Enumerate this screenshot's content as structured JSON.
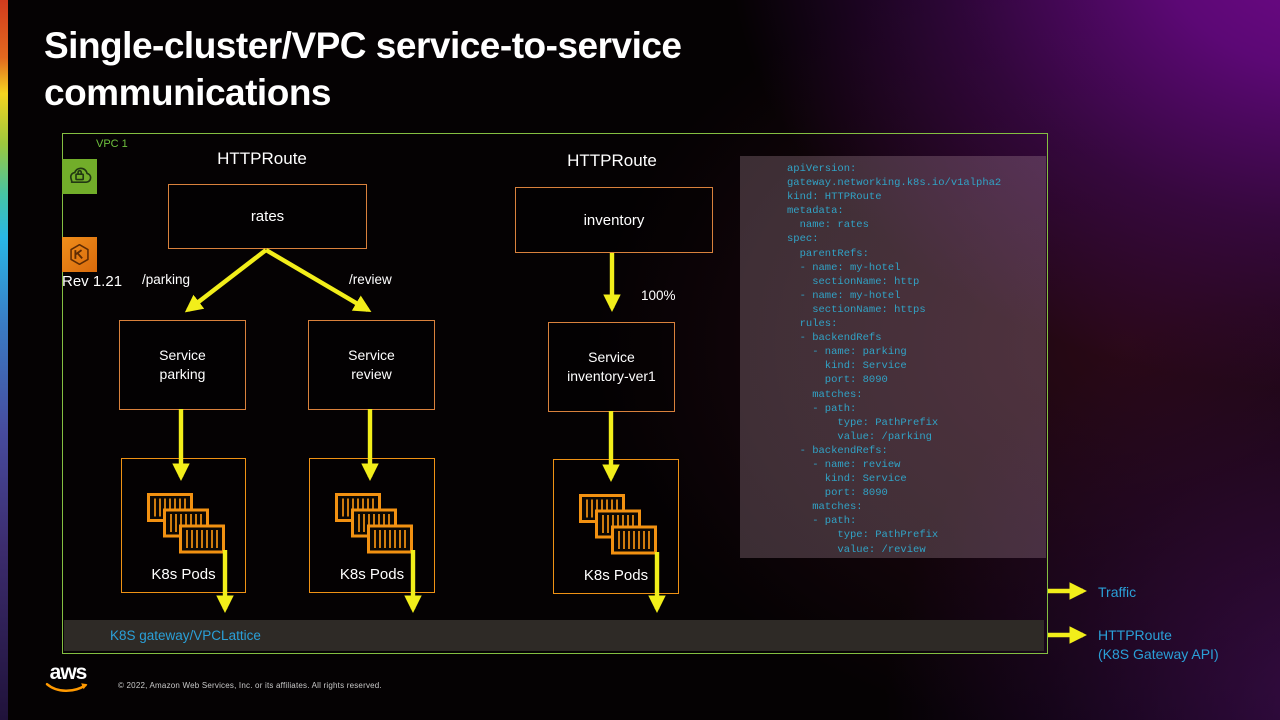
{
  "slide": {
    "title_line1": "Single-cluster/VPC service-to-service",
    "title_line2": "communications",
    "aws_logo": "aws",
    "copyright": "© 2022, Amazon Web Services, Inc. or its affiliates.  All rights reserved."
  },
  "vpc": {
    "label": "VPC 1",
    "rev": "Rev 1.21",
    "gateway_bar": "K8S gateway/VPCLattice"
  },
  "routes": {
    "left_header": "HTTPRoute",
    "right_header": "HTTPRoute",
    "rates": "rates",
    "inventory": "inventory"
  },
  "services": {
    "parking": [
      "Service",
      "parking"
    ],
    "review": [
      "Service",
      "review"
    ],
    "inventory_ver1": [
      "Service",
      "inventory-ver1"
    ]
  },
  "pods": {
    "label1": "K8s Pods",
    "label2": "K8s Pods",
    "label3": "K8s Pods"
  },
  "edges": {
    "parking_path": "/parking",
    "review_path": "/review",
    "inventory_weight": "100%"
  },
  "legend": {
    "traffic": "Traffic",
    "httproute_l1": "HTTPRoute",
    "httproute_l2": "(K8S Gateway API)"
  },
  "yaml_panel": {
    "lines": [
      "apiVersion:",
      "gateway.networking.k8s.io/v1alpha2",
      "kind: HTTPRoute",
      "metadata:",
      "  name: rates",
      "spec:",
      "  parentRefs:",
      "  - name: my-hotel",
      "    sectionName: http",
      "  - name: my-hotel",
      "    sectionName: https",
      "  rules:",
      "  - backendRefs",
      "    - name: parking",
      "      kind: Service",
      "      port: 8090",
      "    matches:",
      "    - path:",
      "        type: PathPrefix",
      "        value: /parking",
      "  - backendRefs:",
      "    - name: review",
      "      kind: Service",
      "      port: 8090",
      "    matches:",
      "    - path:",
      "        type: PathPrefix",
      "        value: /review"
    ]
  },
  "colors": {
    "vpc_border_green": "#84bf41",
    "vpc_icon_green": "#72ad2a",
    "eks_icon_orange": "#ef8e1b",
    "node_border_orange": "#d9813c",
    "pods_border_orange": "#ef9214",
    "arrow_yellow": "#f2ee1a",
    "yaml_code_blue": "#31a3c6",
    "legend_blue": "#2aa0d8",
    "aws_smile_orange": "#ff9900"
  }
}
